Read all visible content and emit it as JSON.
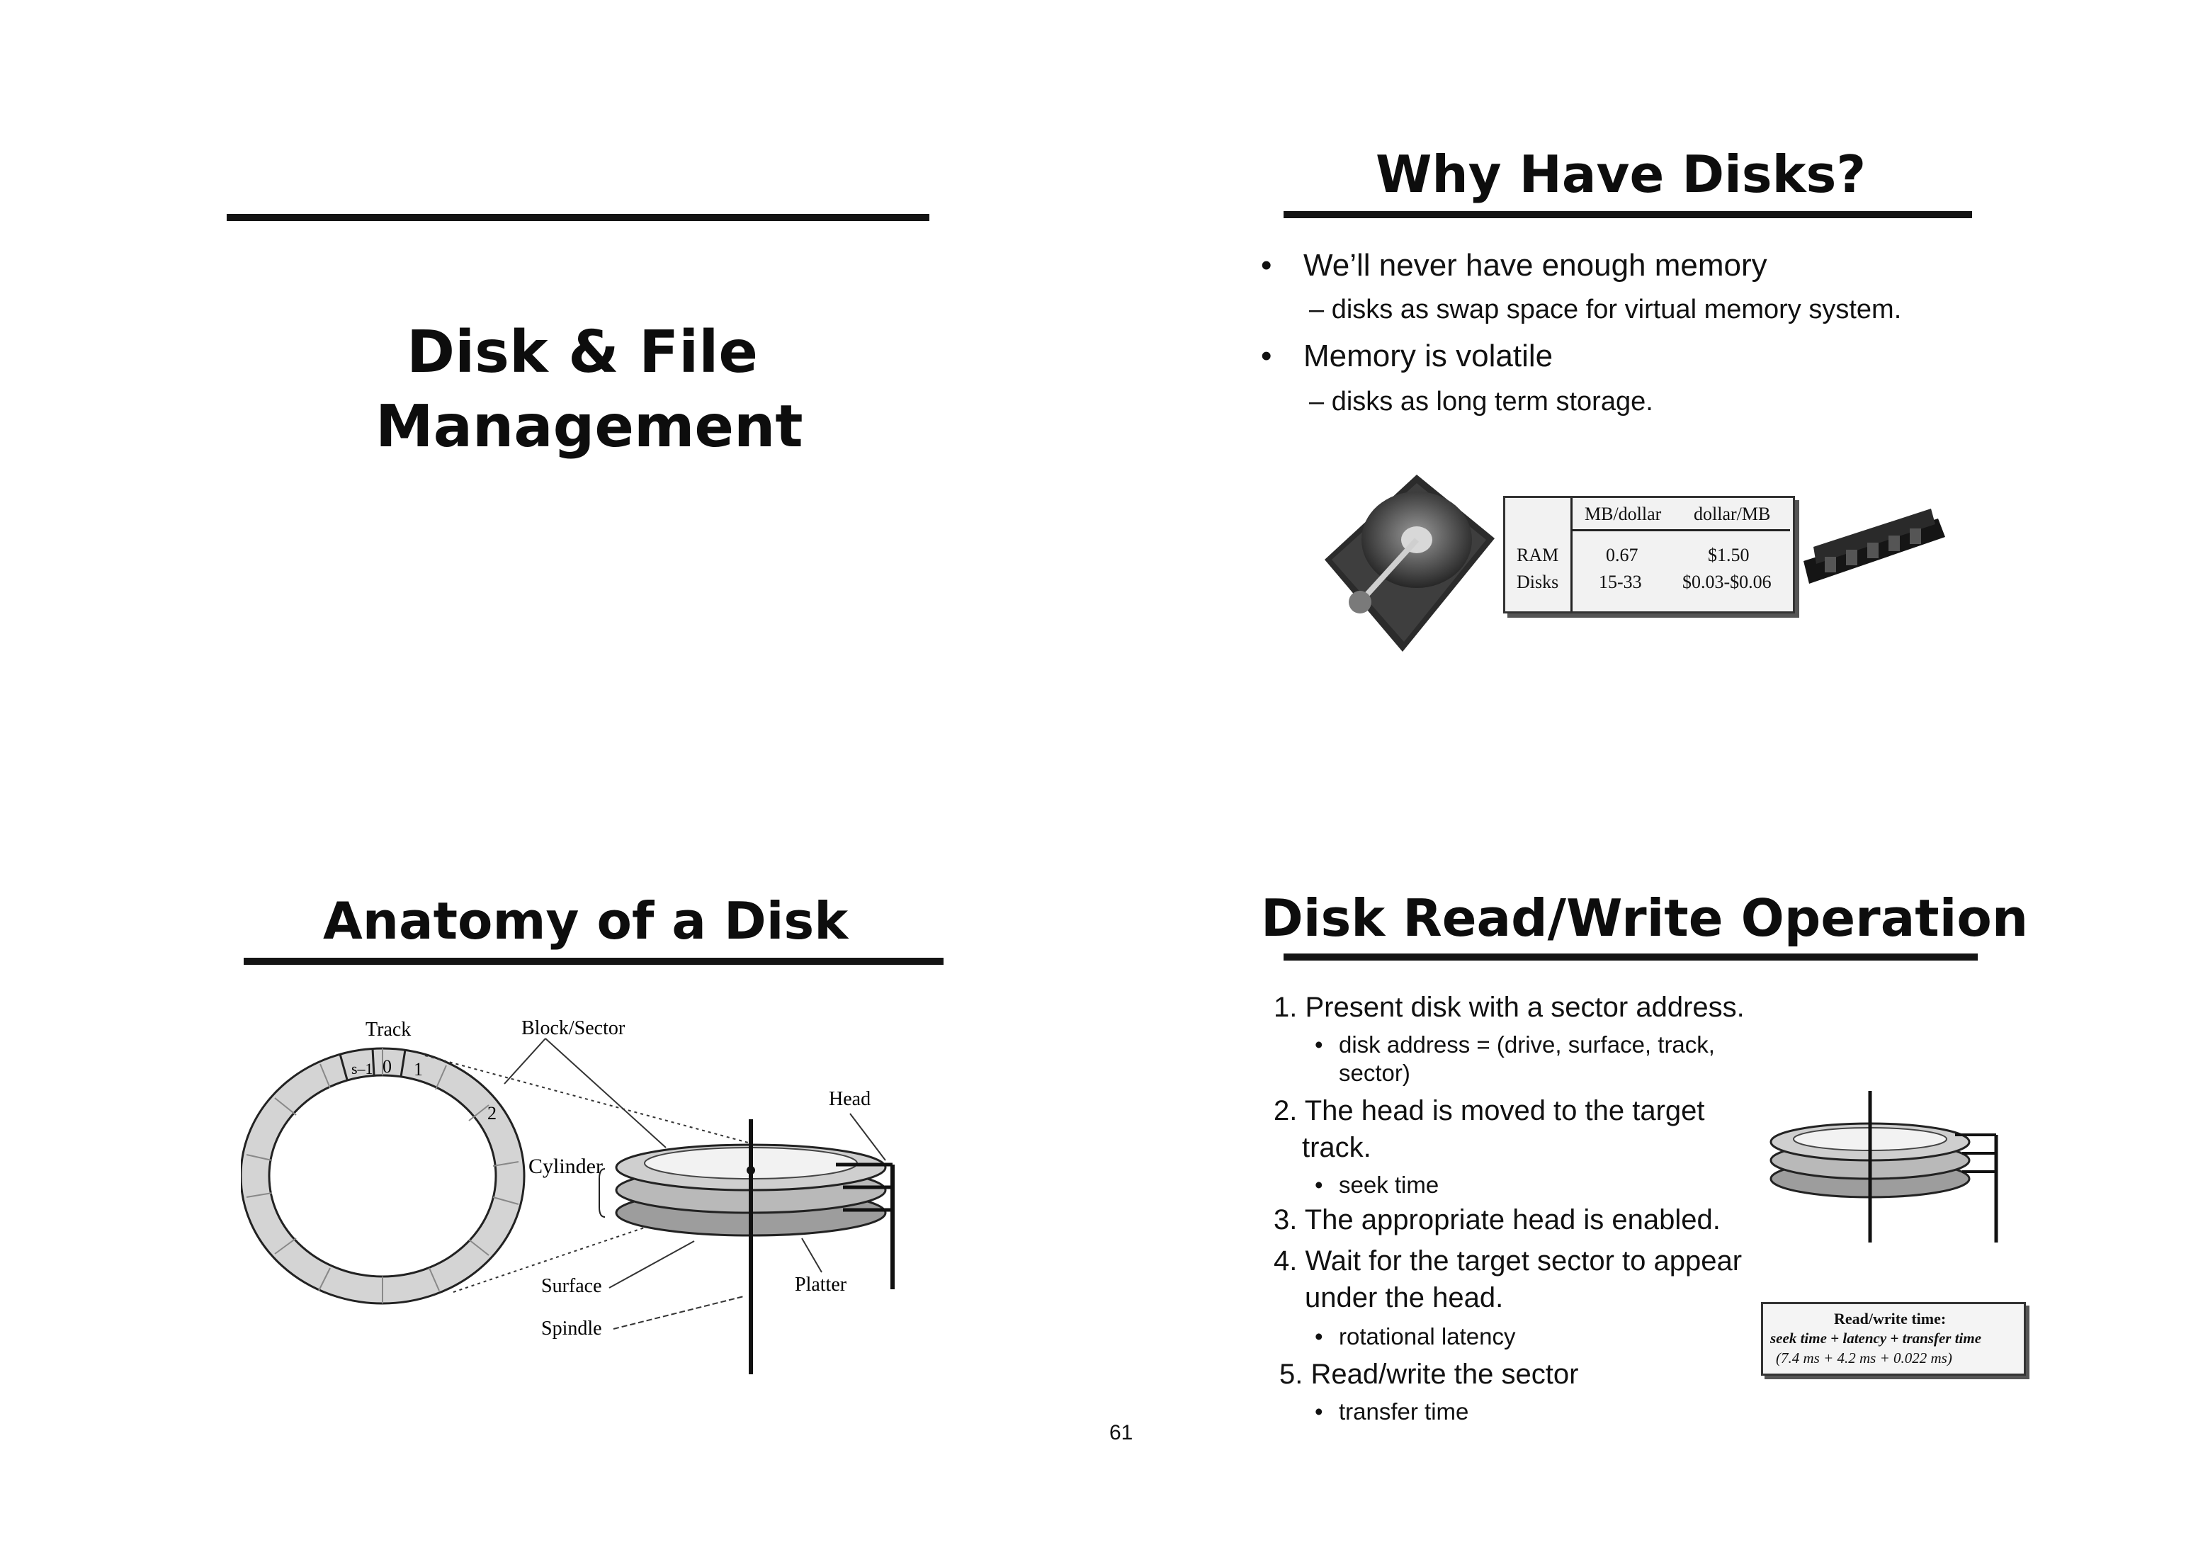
{
  "page_number": "61",
  "slide1": {
    "title_line1": "Disk & File",
    "title_line2": "Management"
  },
  "slide2": {
    "title": "Why Have Disks?",
    "bullets": [
      {
        "text": "We’ll never have enough memory",
        "sub": "– disks as swap space for virtual memory system."
      },
      {
        "text": "Memory is volatile",
        "sub": "– disks as long term storage."
      }
    ],
    "table": {
      "headers": [
        "MB/dollar",
        "dollar/MB"
      ],
      "rows": [
        {
          "label": "RAM",
          "mb_per_dollar": "0.67",
          "dollar_per_mb": "$1.50"
        },
        {
          "label": "Disks",
          "mb_per_dollar": "15-33",
          "dollar_per_mb": "$0.03-$0.06"
        }
      ]
    }
  },
  "slide3": {
    "title": "Anatomy of a Disk",
    "labels": {
      "track": "Track",
      "block_sector": "Block/Sector",
      "head": "Head",
      "cylinder": "Cylinder",
      "surface": "Surface",
      "platter": "Platter",
      "spindle": "Spindle",
      "s_minus_1": "s–1",
      "zero": "0",
      "one": "1",
      "two": "2"
    }
  },
  "slide4": {
    "title": "Disk Read/Write Operation",
    "steps": [
      {
        "text": "1. Present disk with a sector address.",
        "subs": [
          "disk address = (drive, surface, track,",
          "sector)"
        ]
      },
      {
        "text": "2. The head is moved to the target",
        "text2": "track.",
        "subs": [
          "seek time"
        ]
      },
      {
        "text": "3. The appropriate head is enabled.",
        "subs": []
      },
      {
        "text": "4. Wait for the target sector to appear",
        "text2": "under the head.",
        "subs": [
          "rotational latency"
        ]
      },
      {
        "text": "5. Read/write the sector",
        "subs": [
          "transfer time"
        ]
      }
    ],
    "timing_box": {
      "line1": "Read/write time:",
      "line2": "seek time + latency + transfer time",
      "line3": "(7.4 ms  +  4.2 ms +  0.022 ms)"
    }
  }
}
